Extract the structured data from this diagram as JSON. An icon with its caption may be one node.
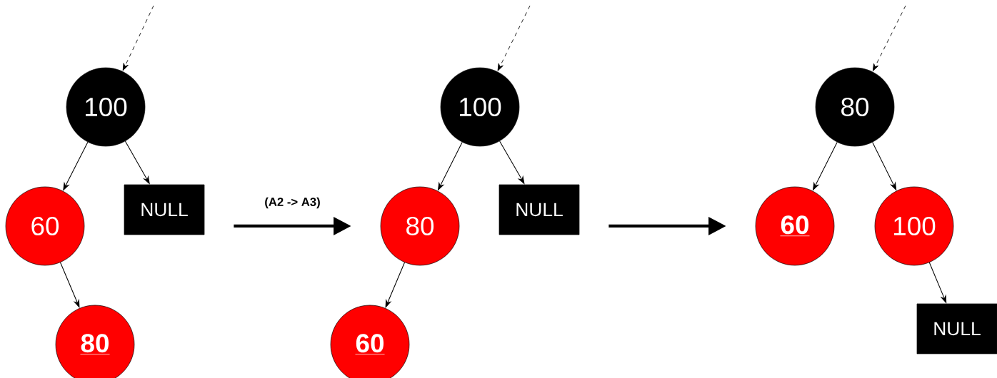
{
  "diagram": {
    "nodes": [
      {
        "text": [
          "100"
        ]
      },
      {
        "text": [
          "60"
        ]
      },
      {
        "text": [
          "NULL"
        ]
      },
      {
        "text": [
          "80"
        ]
      },
      {
        "text": [
          "100"
        ]
      },
      {
        "text": [
          "80"
        ]
      },
      {
        "text": [
          "NULL"
        ]
      },
      {
        "text": [
          "60"
        ]
      },
      {
        "text": [
          "80"
        ]
      },
      {
        "text": [
          "60"
        ]
      },
      {
        "text": [
          "100"
        ]
      },
      {
        "text": [
          "NULL"
        ]
      }
    ],
    "edges": [
      {
        "from": null,
        "to": 0,
        "arrow": "to",
        "style": "dashed"
      },
      {
        "from": 0,
        "to": 1,
        "arrow": "to"
      },
      {
        "from": 0,
        "to": 2,
        "arrow": "to"
      },
      {
        "from": 1,
        "to": 3,
        "arrow": "to"
      },
      {
        "from": 2,
        "to": 5,
        "arrow": "to",
        "style": "thick",
        "label": "(A2 -> A3)"
      },
      {
        "from": null,
        "to": 4,
        "arrow": "to",
        "style": "dashed"
      },
      {
        "from": 4,
        "to": 5,
        "arrow": "to"
      },
      {
        "from": 4,
        "to": 6,
        "arrow": "to"
      },
      {
        "from": 5,
        "to": 7,
        "arrow": "to"
      },
      {
        "from": 6,
        "to": 9,
        "arrow": "to",
        "style": "thick"
      },
      {
        "from": null,
        "to": 8,
        "arrow": "to",
        "style": "dashed"
      },
      {
        "from": 8,
        "to": 9,
        "arrow": "to"
      },
      {
        "from": 8,
        "to": 10,
        "arrow": "to"
      },
      {
        "from": 10,
        "to": 11,
        "arrow": "to"
      }
    ]
  }
}
